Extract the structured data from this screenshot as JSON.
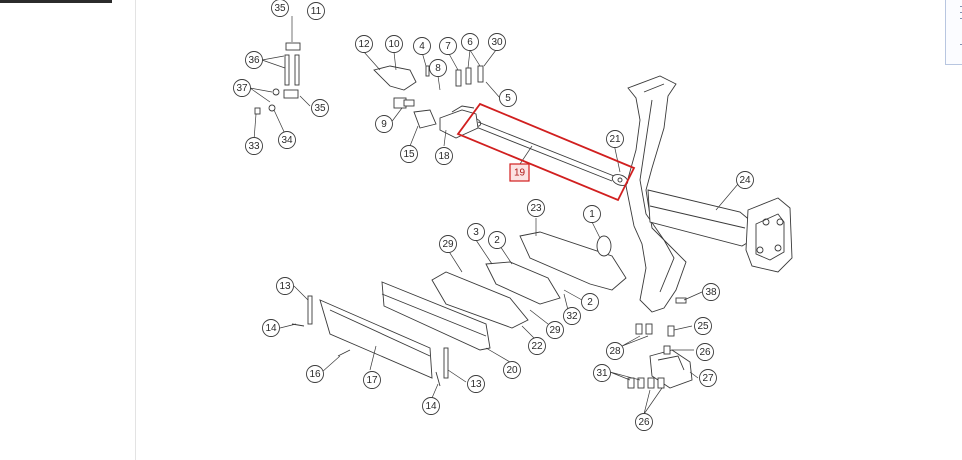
{
  "diagram": {
    "highlight": {
      "label": "19",
      "color": "#d11f1f"
    },
    "callouts": [
      "35",
      "11",
      "12",
      "10",
      "4",
      "7",
      "6",
      "30",
      "36",
      "8",
      "37",
      "5",
      "35",
      "9",
      "34",
      "33",
      "15",
      "18",
      "21",
      "24",
      "23",
      "1",
      "3",
      "2",
      "29",
      "13",
      "2",
      "32",
      "29",
      "38",
      "14",
      "22",
      "25",
      "28",
      "26",
      "20",
      "16",
      "17",
      "13",
      "31",
      "27",
      "14",
      "26"
    ]
  }
}
